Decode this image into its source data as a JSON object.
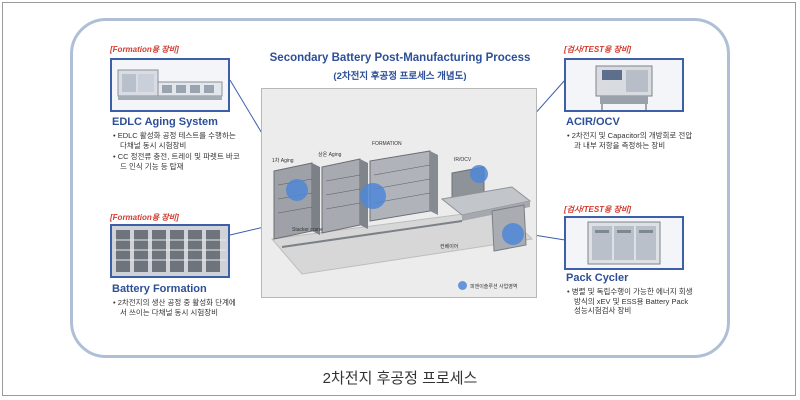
{
  "title": "Secondary Battery Post-Manufacturing Process",
  "subtitle": "(2차전지 후공정 프로세스 개념도)",
  "caption": "2차전지 후공정 프로세스",
  "colors": {
    "heading": "#2d4f97",
    "tag": "#d23b2e",
    "frame": "#aebfd6",
    "marker": "#4f86d6"
  },
  "left_top": {
    "tag": "[Formation용 장비]",
    "heading": "EDLC Aging System",
    "desc": [
      "• EDLC 활성화 공정 테스트를 수행하는 다채널 동시 시험장비",
      "• CC 정전류 충전, 트레이 및 파렛트 바코드 인식 기능 등 탑재"
    ]
  },
  "left_bottom": {
    "tag": "[Formation용 장비]",
    "heading": "Battery Formation",
    "desc": [
      "• 2차전지의 생산 공정 중 활성화 단계에서 쓰이는 다채널 동시 시험장비"
    ]
  },
  "right_top": {
    "tag": "[검사/TEST용 장비]",
    "heading": "ACIR/OCV",
    "desc": [
      "• 2차전지 및 Capacitor의 개방회로 전압과 내부 저항을 측정하는 장비"
    ]
  },
  "right_bottom": {
    "tag": "[검사/TEST용 장비]",
    "heading": "Pack Cycler",
    "desc": [
      "• 병렬 및 독립수행이 가능한 에너지 회생방식의 xEV 및 ESS용 Battery Pack 성능시험검사 장비"
    ]
  },
  "center_labels": {
    "aging1": "1차 Aging",
    "aging2": "상온 Aging",
    "formation": "FORMATION",
    "irocv": "IR/OCV",
    "stacker": "Stacker crane",
    "conveyor": "컨베이어",
    "legend": "피앤이솔루션 사업영역"
  }
}
